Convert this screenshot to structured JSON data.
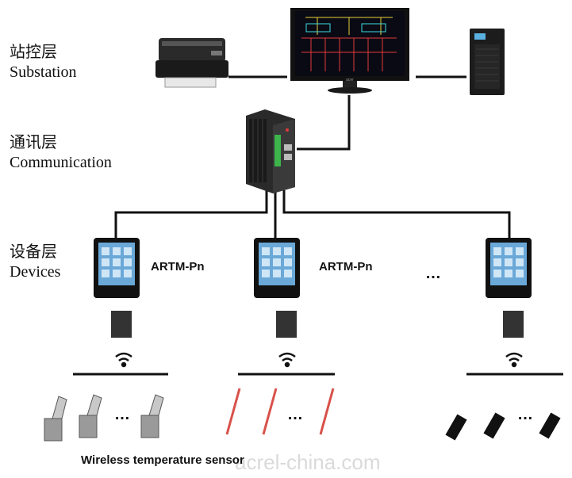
{
  "layers": {
    "station": {
      "cn": "站控层",
      "en": "Substation"
    },
    "comm": {
      "cn": "通讯层",
      "en": "Communication"
    },
    "devices": {
      "cn": "设备层",
      "en": "Devices"
    }
  },
  "devices": {
    "model_1": "ARTM-Pn",
    "model_2": "ARTM-Pn",
    "ellipsis": "…"
  },
  "sensor_ellipsis": "…",
  "caption": "Wireless temperature sensor",
  "watermark": "acrel-china.com",
  "monitor_brand": "acer"
}
